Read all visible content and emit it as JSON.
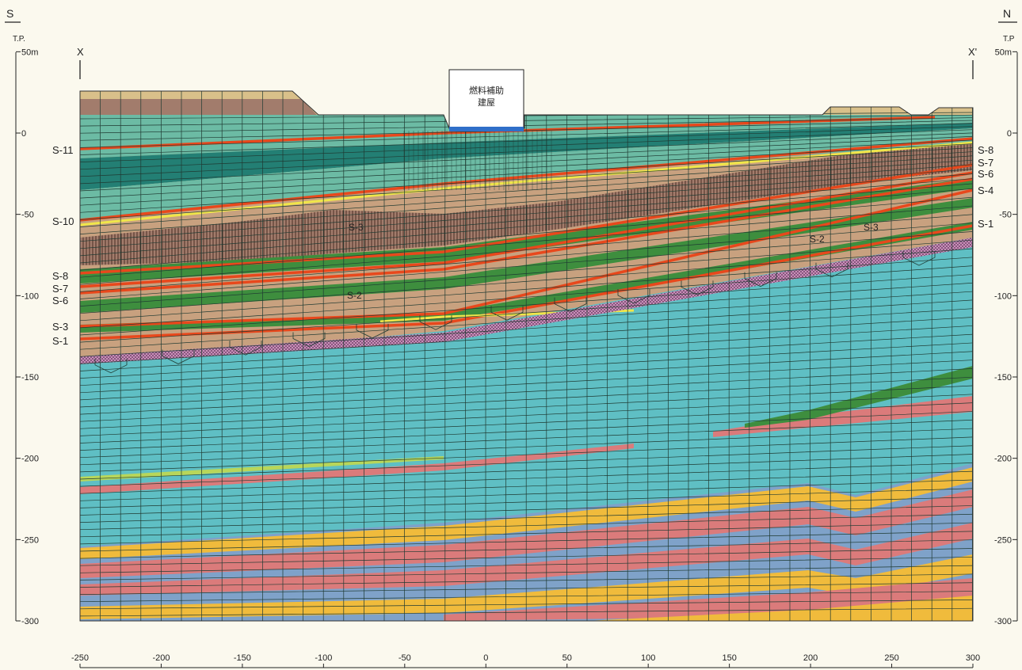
{
  "header": {
    "left_dir": "S",
    "right_dir": "N",
    "left_datum": "T.P.",
    "right_datum": "T.P",
    "left_mark": "X",
    "right_mark": "X'"
  },
  "building": {
    "label_line1": "燃料補助",
    "label_line2": "建屋"
  },
  "y_axis": {
    "left_ticks": [
      "50m",
      "0",
      "-50",
      "-100",
      "-150",
      "-200",
      "-250",
      "-300"
    ],
    "right_ticks": [
      "50m",
      "0",
      "-50",
      "-100",
      "-150",
      "-200",
      "-250",
      "-300"
    ]
  },
  "x_axis": {
    "ticks": [
      "-250",
      "-200",
      "-150",
      "-100",
      "-50",
      "0",
      "50",
      "100",
      "150",
      "200",
      "250",
      "300"
    ]
  },
  "key_layers_left": [
    "S-11",
    "S-10",
    "S-8",
    "S-7",
    "S-6",
    "S-3",
    "S-1"
  ],
  "key_layers_right": [
    "S-8",
    "S-7",
    "S-6",
    "S-4",
    "S-1"
  ],
  "inner_labels": [
    "S-3",
    "S-2",
    "S-2",
    "S-3"
  ],
  "colors": {
    "background": "#fbf9ee",
    "teal_light": "#6cbba4",
    "teal_dark": "#237f74",
    "brown": "#c8a17f",
    "mauve": "#a27c6c",
    "green": "#3e8e3e",
    "orange_line": "#e8481c",
    "yellow": "#f0e64a",
    "cyan_blue": "#5fbfc4",
    "pink": "#db7b7b",
    "gold": "#f0bb3c",
    "steel_blue": "#7fa2c9",
    "pink_hatch": "#c98fb9"
  }
}
